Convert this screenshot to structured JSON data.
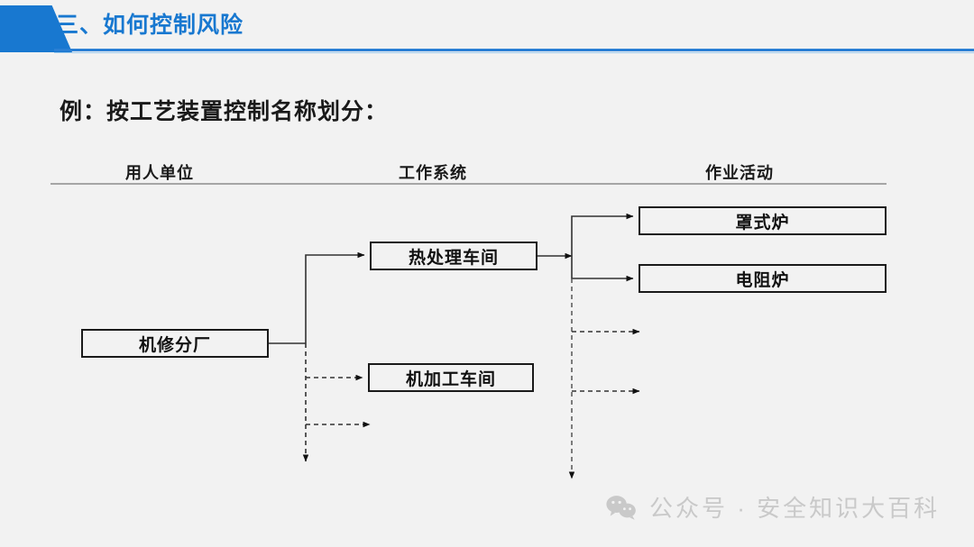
{
  "slide": {
    "background_color": "#f2f2f2",
    "accent_color": "#1878d0"
  },
  "header": {
    "title": "三、如何控制风险",
    "badge_name": "blue-trapezoid-accent",
    "rule_color": "#2a7fd4"
  },
  "subtitle": "例：按工艺装置控制名称划分：",
  "columns": [
    {
      "label": "用人单位"
    },
    {
      "label": "工作系统"
    },
    {
      "label": "作业活动"
    }
  ],
  "diagram": {
    "type": "tree",
    "nodes": [
      {
        "id": "jxfc",
        "label": "机修分厂",
        "column": "用人单位"
      },
      {
        "id": "rcl",
        "label": "热处理车间",
        "column": "工作系统"
      },
      {
        "id": "jjg",
        "label": "机加工车间",
        "column": "工作系统"
      },
      {
        "id": "zsl",
        "label": "罩式炉",
        "column": "作业活动"
      },
      {
        "id": "dzl",
        "label": "电阻炉",
        "column": "作业活动"
      }
    ],
    "edges": [
      {
        "from": "jxfc",
        "to": "rcl",
        "style": "solid"
      },
      {
        "from": "jxfc",
        "to": "jjg",
        "style": "dashed"
      },
      {
        "from": "jxfc",
        "to": "",
        "style": "dashed"
      },
      {
        "from": "rcl",
        "to": "zsl",
        "style": "solid"
      },
      {
        "from": "rcl",
        "to": "dzl",
        "style": "solid"
      },
      {
        "from": "rcl",
        "to": "",
        "style": "dashed"
      },
      {
        "from": "rcl",
        "to": "",
        "style": "dashed"
      }
    ]
  },
  "watermark": {
    "text": "公众号 · 安全知识大百科",
    "icon": "wechat-icon",
    "color": "#c9c9c9"
  }
}
